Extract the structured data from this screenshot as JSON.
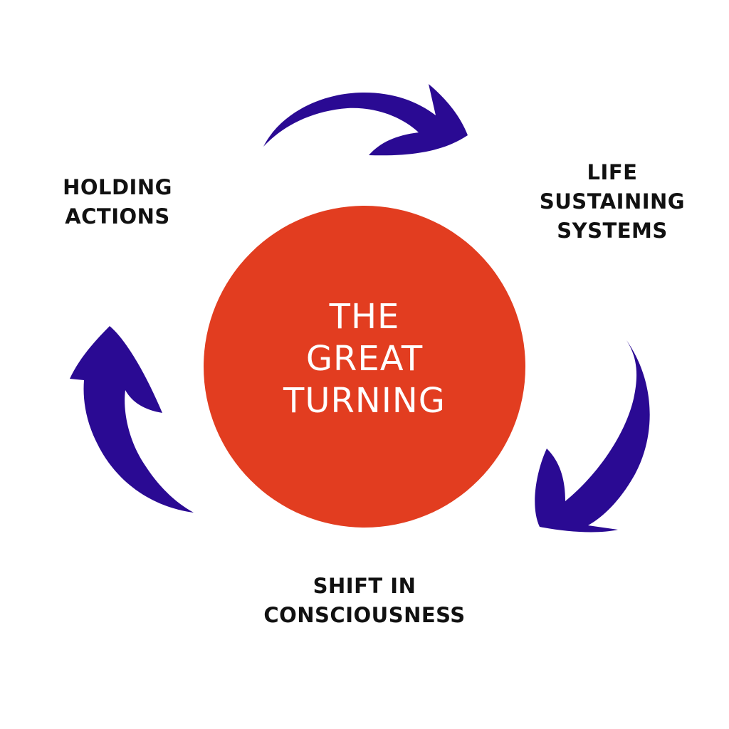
{
  "colors": {
    "circle": "#e23d20",
    "arrow": "#2a0a93",
    "background": "#ffffff",
    "label_text": "#111111",
    "center_text": "#ffffff"
  },
  "center": {
    "lines": [
      "THE",
      "GREAT",
      "TURNING"
    ]
  },
  "labels": {
    "top_left": {
      "lines": [
        "HOLDING",
        "ACTIONS"
      ]
    },
    "top_right": {
      "lines": [
        "LIFE",
        "SUSTAINING",
        "SYSTEMS"
      ]
    },
    "bottom": {
      "lines": [
        "SHIFT IN",
        "CONSCIOUSNESS"
      ]
    }
  },
  "arrows": [
    {
      "name": "arrow-top",
      "icon": "curved-arrow-right-icon"
    },
    {
      "name": "arrow-right",
      "icon": "curved-arrow-down-icon"
    },
    {
      "name": "arrow-left",
      "icon": "curved-arrow-up-icon"
    }
  ]
}
